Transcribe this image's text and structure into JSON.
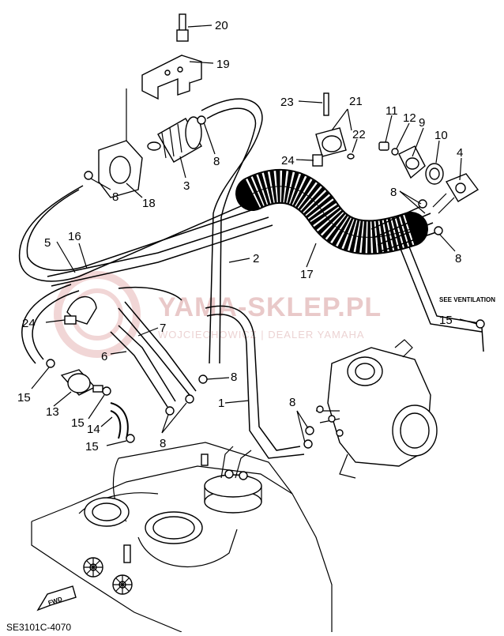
{
  "diagram": {
    "watermark": {
      "brand": "YAMA-SKLEP.PL",
      "subtitle": "WOJCIECHOWICZ | DEALER YAMAHA"
    },
    "note": "SEE VENTILATION",
    "fwd_label": "FWD",
    "drawing_code": "SE3101C-4070",
    "callouts": [
      {
        "id": "c20",
        "text": "20"
      },
      {
        "id": "c19",
        "text": "19"
      },
      {
        "id": "c8a",
        "text": "8"
      },
      {
        "id": "c3",
        "text": "3"
      },
      {
        "id": "c18",
        "text": "18"
      },
      {
        "id": "c8b",
        "text": "8"
      },
      {
        "id": "c5",
        "text": "5"
      },
      {
        "id": "c16",
        "text": "16"
      },
      {
        "id": "c2",
        "text": "2"
      },
      {
        "id": "c23",
        "text": "23"
      },
      {
        "id": "c21",
        "text": "21"
      },
      {
        "id": "c22",
        "text": "22"
      },
      {
        "id": "c24a",
        "text": "24"
      },
      {
        "id": "c11",
        "text": "11"
      },
      {
        "id": "c12",
        "text": "12"
      },
      {
        "id": "c9",
        "text": "9"
      },
      {
        "id": "c10",
        "text": "10"
      },
      {
        "id": "c4",
        "text": "4"
      },
      {
        "id": "c8c",
        "text": "8"
      },
      {
        "id": "c8d",
        "text": "8"
      },
      {
        "id": "c17",
        "text": "17"
      },
      {
        "id": "c24b",
        "text": "24"
      },
      {
        "id": "c7",
        "text": "7"
      },
      {
        "id": "c6",
        "text": "6"
      },
      {
        "id": "c15a",
        "text": "15"
      },
      {
        "id": "c13",
        "text": "13"
      },
      {
        "id": "c15b",
        "text": "15"
      },
      {
        "id": "c14",
        "text": "14"
      },
      {
        "id": "c15c",
        "text": "15"
      },
      {
        "id": "c8e",
        "text": "8"
      },
      {
        "id": "c8f",
        "text": "8"
      },
      {
        "id": "c1",
        "text": "1"
      },
      {
        "id": "c8g",
        "text": "8"
      },
      {
        "id": "c15d",
        "text": "15"
      }
    ]
  }
}
